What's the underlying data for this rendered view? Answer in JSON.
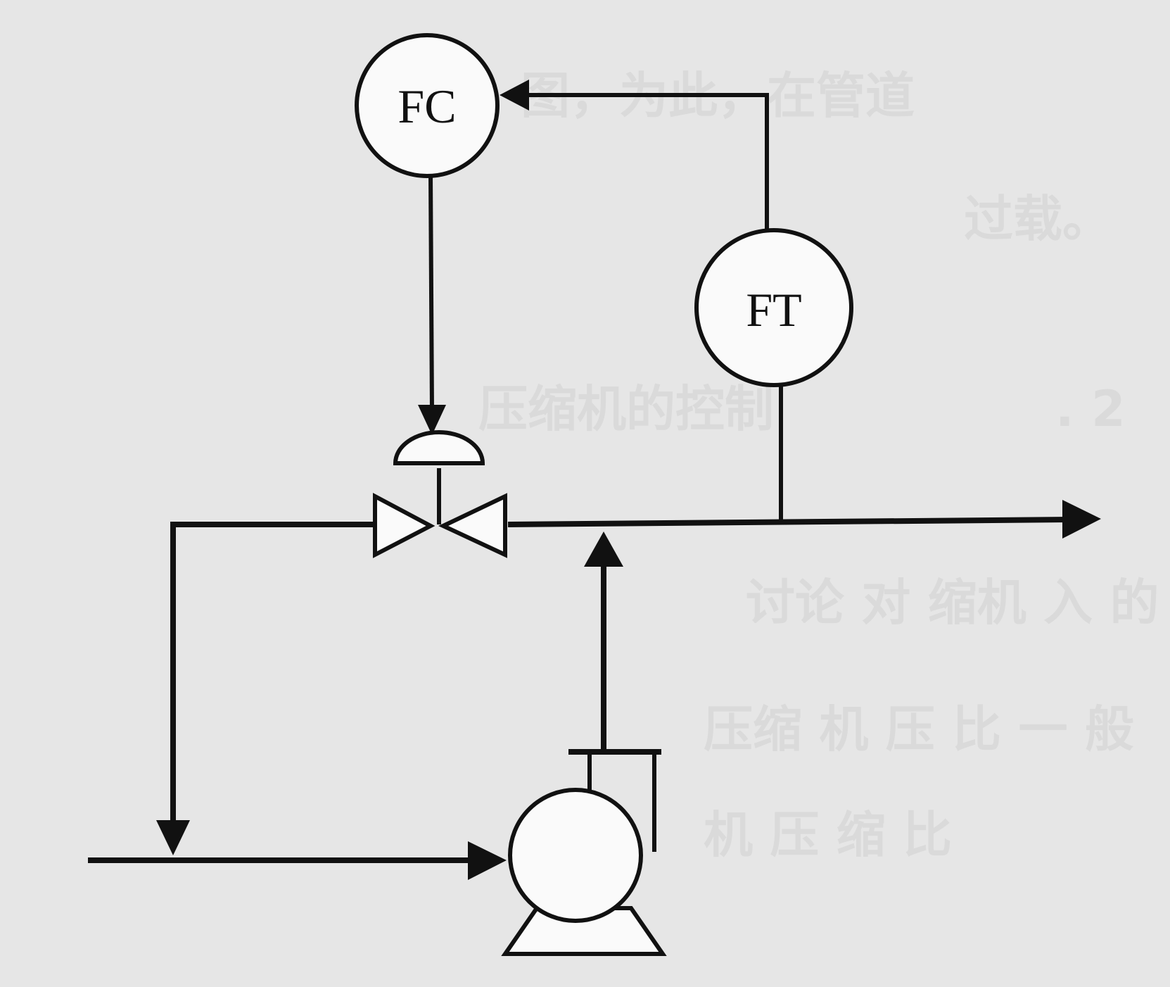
{
  "instruments": {
    "controller": {
      "tag": "FC"
    },
    "transmitter": {
      "tag": "FT"
    }
  },
  "background_text": {
    "right_top": "图，为此，在管道",
    "right_mid": "过载。",
    "section": "压缩机的控制",
    "section_no": ". 2",
    "row1": "讨论 对 缩机  入 的 具",
    "row2": "压缩 机 压 比 一 般",
    "row3": "机 压 缩 比"
  },
  "colors": {
    "line": "#111111",
    "paper": "#e6e6e6"
  }
}
